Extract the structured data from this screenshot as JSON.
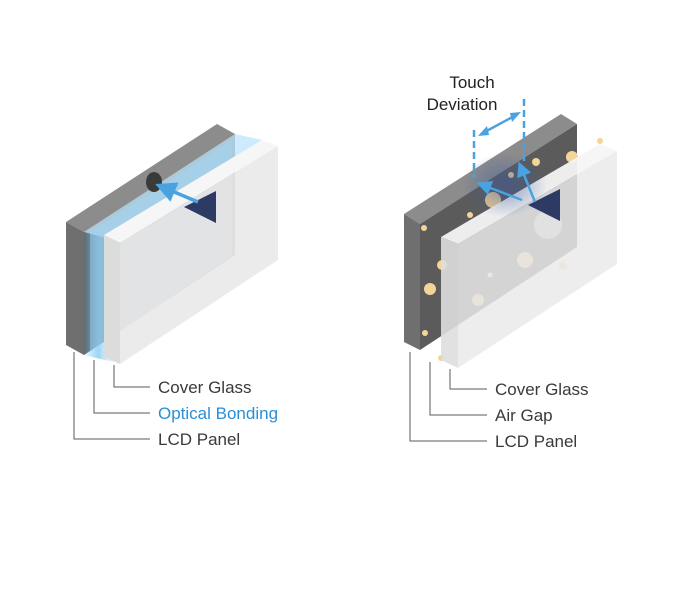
{
  "left_diagram": {
    "labels": {
      "cover_glass": "Cover Glass",
      "optical_bonding": "Optical Bonding",
      "lcd_panel": "LCD Panel"
    }
  },
  "right_diagram": {
    "title_line1": "Touch",
    "title_line2": "Deviation",
    "labels": {
      "cover_glass": "Cover Glass",
      "air_gap": "Air Gap",
      "lcd_panel": "LCD Panel"
    }
  },
  "colors": {
    "lcd_front": "#6e6e6e",
    "lcd_side": "#545454",
    "lcd_top": "#8a8a8a",
    "glass": "#ececec",
    "bonding": "#7cc8f2",
    "arrow_dark": "#2d3a63",
    "arrow_blue": "#4aa3e0",
    "bubble": "#f3d59a",
    "accent_text": "#2a8fd6"
  },
  "icons": [
    "touch-arrow-icon",
    "refraction-arrow-icon",
    "deviation-dimension-icon"
  ]
}
